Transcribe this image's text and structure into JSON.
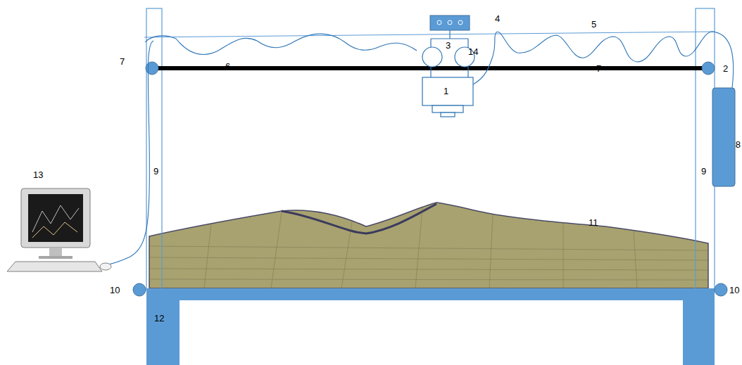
{
  "diagram": {
    "labels": [
      "4",
      "5",
      "7",
      "2",
      "3",
      "14",
      "6",
      "7",
      "1",
      "8",
      "13",
      "9",
      "9",
      "11",
      "10",
      "10",
      "12"
    ]
  }
}
